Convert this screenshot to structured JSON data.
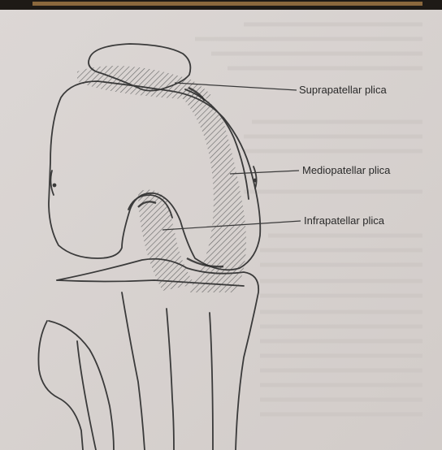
{
  "labels": {
    "suprapatellar": "Suprapatellar plica",
    "mediopatellar": "Mediopatellar plica",
    "infrapatellar": "Infrapatellar plica"
  },
  "colors": {
    "page": "#d8d2cf",
    "line": "#3a3a3a",
    "hatch": "#6a6a6a",
    "bleed_text": "#cfc9c6",
    "top_band": "#b98a4e"
  }
}
